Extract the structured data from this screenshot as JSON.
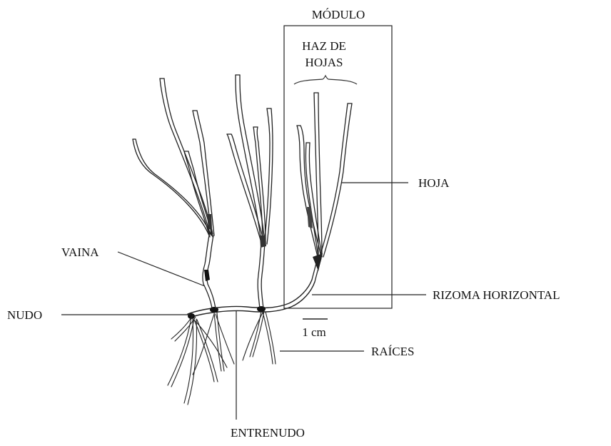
{
  "labels": {
    "module": "MÓDULO",
    "leaf_bundle_line1": "HAZ DE",
    "leaf_bundle_line2": "HOJAS",
    "leaf": "HOJA",
    "sheath": "VAINA",
    "horizontal_rhizome": "RIZOMA HORIZONTAL",
    "node": "NUDO",
    "scale_bar": "1 cm",
    "roots": "RAÍCES",
    "internode": "ENTRENUDO"
  },
  "colors": {
    "ink": "#111111",
    "line": "#222222",
    "background": "#ffffff"
  }
}
